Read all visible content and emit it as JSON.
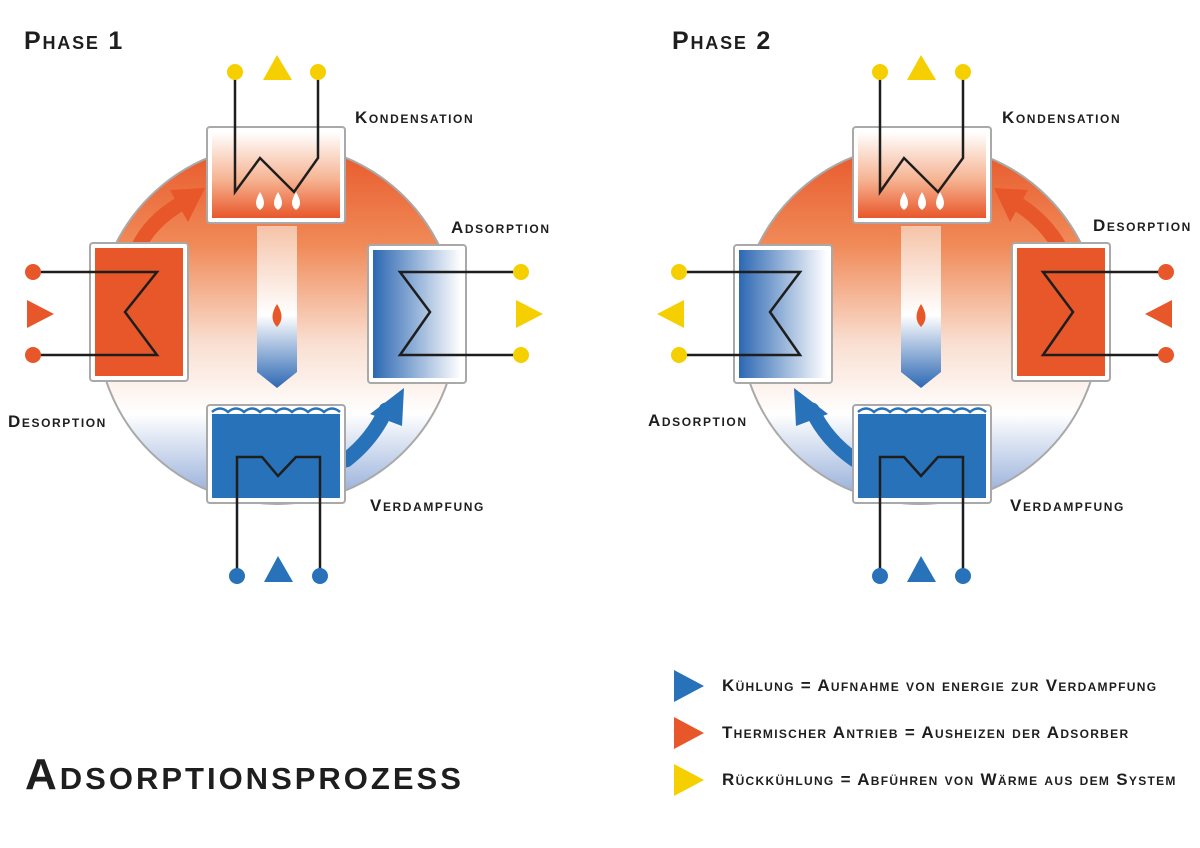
{
  "title": "Adsorptionsprozess",
  "phases": [
    {
      "title": "Phase 1",
      "labels": {
        "kondensation": "Kondensation",
        "adsorption": "Adsorption",
        "desorption": "Desorption",
        "verdampfung": "Verdampfung"
      }
    },
    {
      "title": "Phase 2",
      "labels": {
        "kondensation": "Kondensation",
        "desorption": "Desorption",
        "adsorption": "Adsorption",
        "verdampfung": "Verdampfung"
      }
    }
  ],
  "legend": [
    {
      "text": "Kühlung = Aufnahme von energie zur Verdampfung",
      "color": "#2872b9"
    },
    {
      "text": "Thermischer Antrieb = Ausheizen der Adsorber",
      "color": "#e8572a"
    },
    {
      "text": "Rückkühlung = Abführen von Wärme aus dem System",
      "color": "#f6cf00"
    }
  ],
  "colors": {
    "orange": "#e8572a",
    "blue": "#2872b9",
    "yellow": "#f6cf00",
    "line": "#1e1e1e",
    "frame": "#a9a9a9"
  }
}
